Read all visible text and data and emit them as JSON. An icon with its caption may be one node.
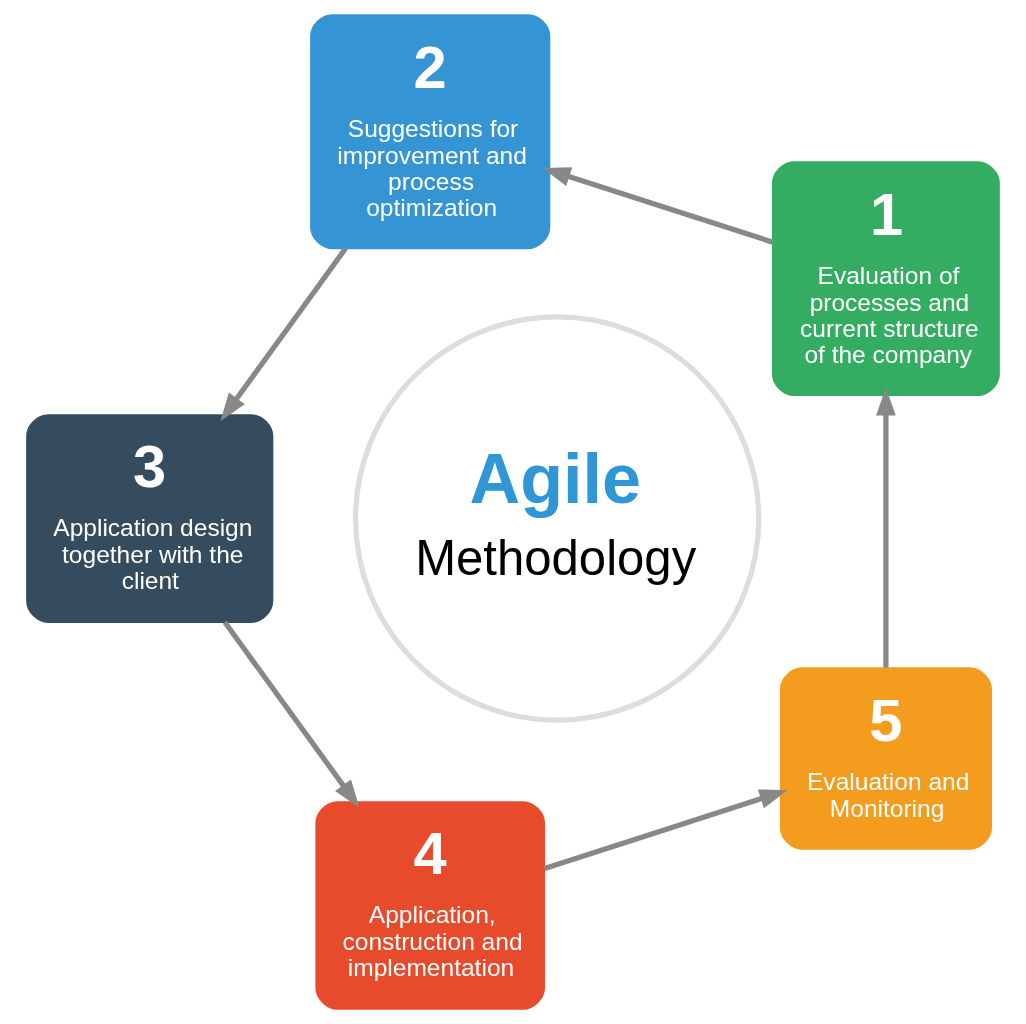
{
  "diagram": {
    "nodes": [
      {
        "text": [
          "Agile",
          "Methodology"
        ]
      },
      {
        "text": [
          "1",
          "Evaluation of processes and current structure of the company"
        ]
      },
      {
        "text": [
          "2",
          "Suggestions for improvement and process optimization"
        ]
      },
      {
        "text": [
          "3",
          "Application design together with the client"
        ]
      },
      {
        "text": [
          "4",
          "Application, construction and implementation"
        ]
      },
      {
        "text": [
          "5",
          "Evaluation and Monitoring"
        ]
      }
    ],
    "edges": [
      {
        "from": 1,
        "to": 2,
        "arrow": "to"
      },
      {
        "from": 2,
        "to": 3,
        "arrow": "to"
      },
      {
        "from": 3,
        "to": 4,
        "arrow": "to"
      },
      {
        "from": 4,
        "to": 5,
        "arrow": "to"
      },
      {
        "from": 5,
        "to": 1,
        "arrow": "to"
      }
    ]
  }
}
